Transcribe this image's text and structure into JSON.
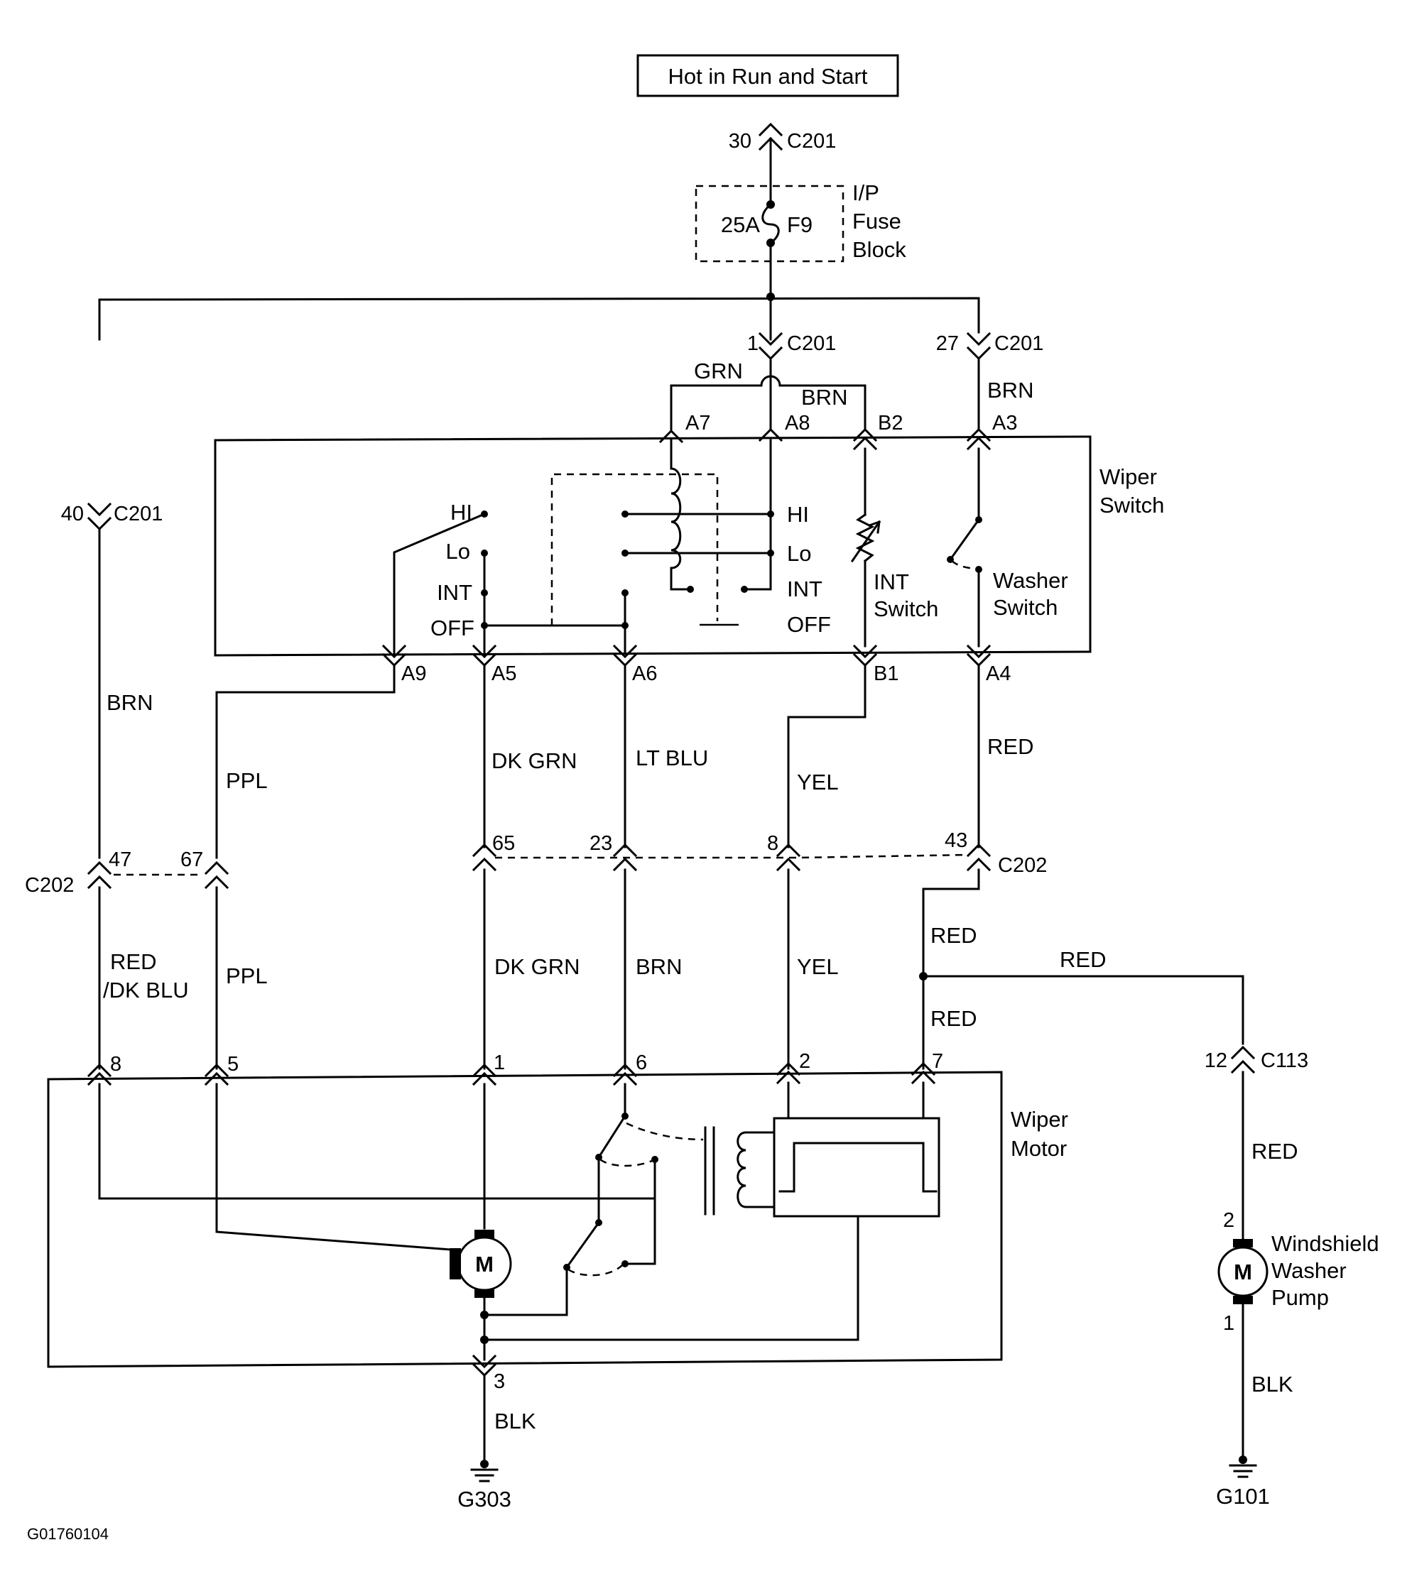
{
  "title": "Hot in Run and Start",
  "fuse_block": {
    "rating": "25A",
    "fuse": "F9",
    "name_line1": "I/P",
    "name_line2": "Fuse",
    "name_line3": "Block"
  },
  "connectors": {
    "c201": "C201",
    "c202": "C202",
    "c113": "C113",
    "pin30": "30",
    "pin1": "1",
    "pin27": "27",
    "pin40": "40",
    "pin47": "47",
    "pin67": "67",
    "pin65": "65",
    "pin23": "23",
    "pin8": "8",
    "pin43": "43",
    "pin12": "12"
  },
  "wiper_switch": {
    "name_line1": "Wiper",
    "name_line2": "Switch",
    "pins": {
      "A7": "A7",
      "A8": "A8",
      "B2": "B2",
      "A3": "A3",
      "A9": "A9",
      "A5": "A5",
      "A6": "A6",
      "B1": "B1",
      "A4": "A4"
    },
    "positions_left": {
      "hi": "HI",
      "lo": "Lo",
      "int": "INT",
      "off": "OFF"
    },
    "positions_right": {
      "hi": "HI",
      "lo": "Lo",
      "int": "INT",
      "off": "OFF"
    },
    "int_switch_line1": "INT",
    "int_switch_line2": "Switch",
    "washer_switch_line1": "Washer",
    "washer_switch_line2": "Switch"
  },
  "wiper_motor": {
    "name_line1": "Wiper",
    "name_line2": "Motor",
    "pins": {
      "p8": "8",
      "p5": "5",
      "p1": "1",
      "p6": "6",
      "p2": "2",
      "p7": "7",
      "p3": "3"
    },
    "motor_symbol": "M"
  },
  "washer_pump": {
    "name_line1": "Windshield",
    "name_line2": "Washer",
    "name_line3": "Pump",
    "pin2": "2",
    "pin1": "1",
    "motor_symbol": "M"
  },
  "wire_colors": {
    "grn": "GRN",
    "brn_a8": "BRN",
    "brn_a3": "BRN",
    "brn_left": "BRN",
    "ppl_upper": "PPL",
    "dkgrn_upper": "DK GRN",
    "ltblu": "LT BLU",
    "yel_upper": "YEL",
    "red_upper": "RED",
    "red_dkblu_line1": "RED",
    "red_dkblu_line2": "/DK BLU",
    "ppl_lower": "PPL",
    "dkgrn_lower": "DK GRN",
    "brn_lower": "BRN",
    "yel_lower": "YEL",
    "red_splice_top": "RED",
    "red_splice_bottom": "RED",
    "red_to_pump": "RED",
    "red_pump": "RED",
    "blk_motor": "BLK",
    "blk_pump": "BLK"
  },
  "grounds": {
    "g303": "G303",
    "g101": "G101"
  },
  "figure_id": "G01760104"
}
